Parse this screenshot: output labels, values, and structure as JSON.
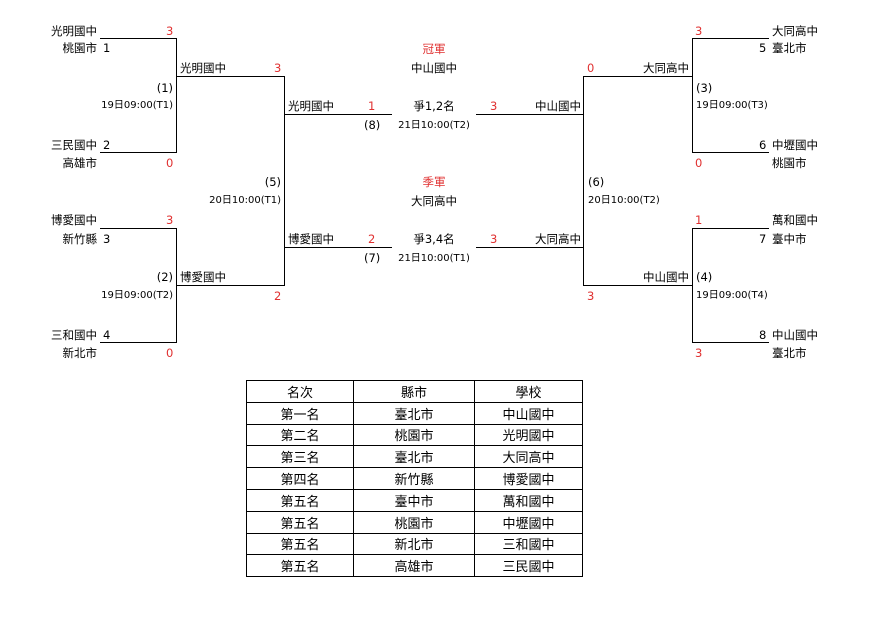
{
  "teams": {
    "t1": {
      "name": "光明國中",
      "city": "桃園市",
      "seed": "1",
      "score": "3"
    },
    "t2": {
      "name": "三民國中",
      "city": "高雄市",
      "seed": "2",
      "score": "0"
    },
    "t3": {
      "name": "博愛國中",
      "city": "新竹縣",
      "seed": "3",
      "score": "3"
    },
    "t4": {
      "name": "三和國中",
      "city": "新北市",
      "seed": "4",
      "score": "0"
    },
    "t5": {
      "name": "大同高中",
      "city": "臺北市",
      "seed": "5",
      "score": "3"
    },
    "t6": {
      "name": "中壢國中",
      "city": "桃園市",
      "seed": "6",
      "score": "0"
    },
    "t7": {
      "name": "萬和國中",
      "city": "臺中市",
      "seed": "7",
      "score": "1"
    },
    "t8": {
      "name": "中山國中",
      "city": "臺北市",
      "seed": "8",
      "score": "3"
    }
  },
  "matches": {
    "m1": {
      "label": "(1)",
      "time": "19日09:00(T1)",
      "winner": "光明國中",
      "score": "3"
    },
    "m2": {
      "label": "(2)",
      "time": "19日09:00(T2)",
      "winner": "博愛國中",
      "score": "2"
    },
    "m3": {
      "label": "(3)",
      "time": "19日09:00(T3)",
      "winner": "大同高中",
      "score": "0"
    },
    "m4": {
      "label": "(4)",
      "time": "19日09:00(T4)",
      "winner": "中山國中",
      "score": "3"
    },
    "m5": {
      "label": "(5)",
      "time": "20日10:00(T1)",
      "winner_top": "光明國中",
      "score_top": "1",
      "winner_bottom": "博愛國中",
      "score_bottom": "2"
    },
    "m6": {
      "label": "(6)",
      "time": "20日10:00(T2)",
      "winner_top": "中山國中",
      "score_top": "3",
      "winner_bottom": "大同高中",
      "score_bottom": "3"
    },
    "m7": {
      "label": "(7)",
      "time": "21日10:00(T1)",
      "title": "爭3,4名"
    },
    "m8": {
      "label": "(8)",
      "time": "21日10:00(T2)",
      "title": "爭1,2名"
    }
  },
  "champion": {
    "label": "冠軍",
    "team": "中山國中"
  },
  "third": {
    "label": "季軍",
    "team": "大同高中"
  },
  "ranking": {
    "headers": [
      "名次",
      "縣市",
      "學校"
    ],
    "rows": [
      [
        "第一名",
        "臺北市",
        "中山國中"
      ],
      [
        "第二名",
        "桃園市",
        "光明國中"
      ],
      [
        "第三名",
        "臺北市",
        "大同高中"
      ],
      [
        "第四名",
        "新竹縣",
        "博愛國中"
      ],
      [
        "第五名",
        "臺中市",
        "萬和國中"
      ],
      [
        "第五名",
        "桃園市",
        "中壢國中"
      ],
      [
        "第五名",
        "新北市",
        "三和國中"
      ],
      [
        "第五名",
        "高雄市",
        "三民國中"
      ]
    ]
  },
  "colors": {
    "score": "#e03030",
    "line": "#000000"
  }
}
